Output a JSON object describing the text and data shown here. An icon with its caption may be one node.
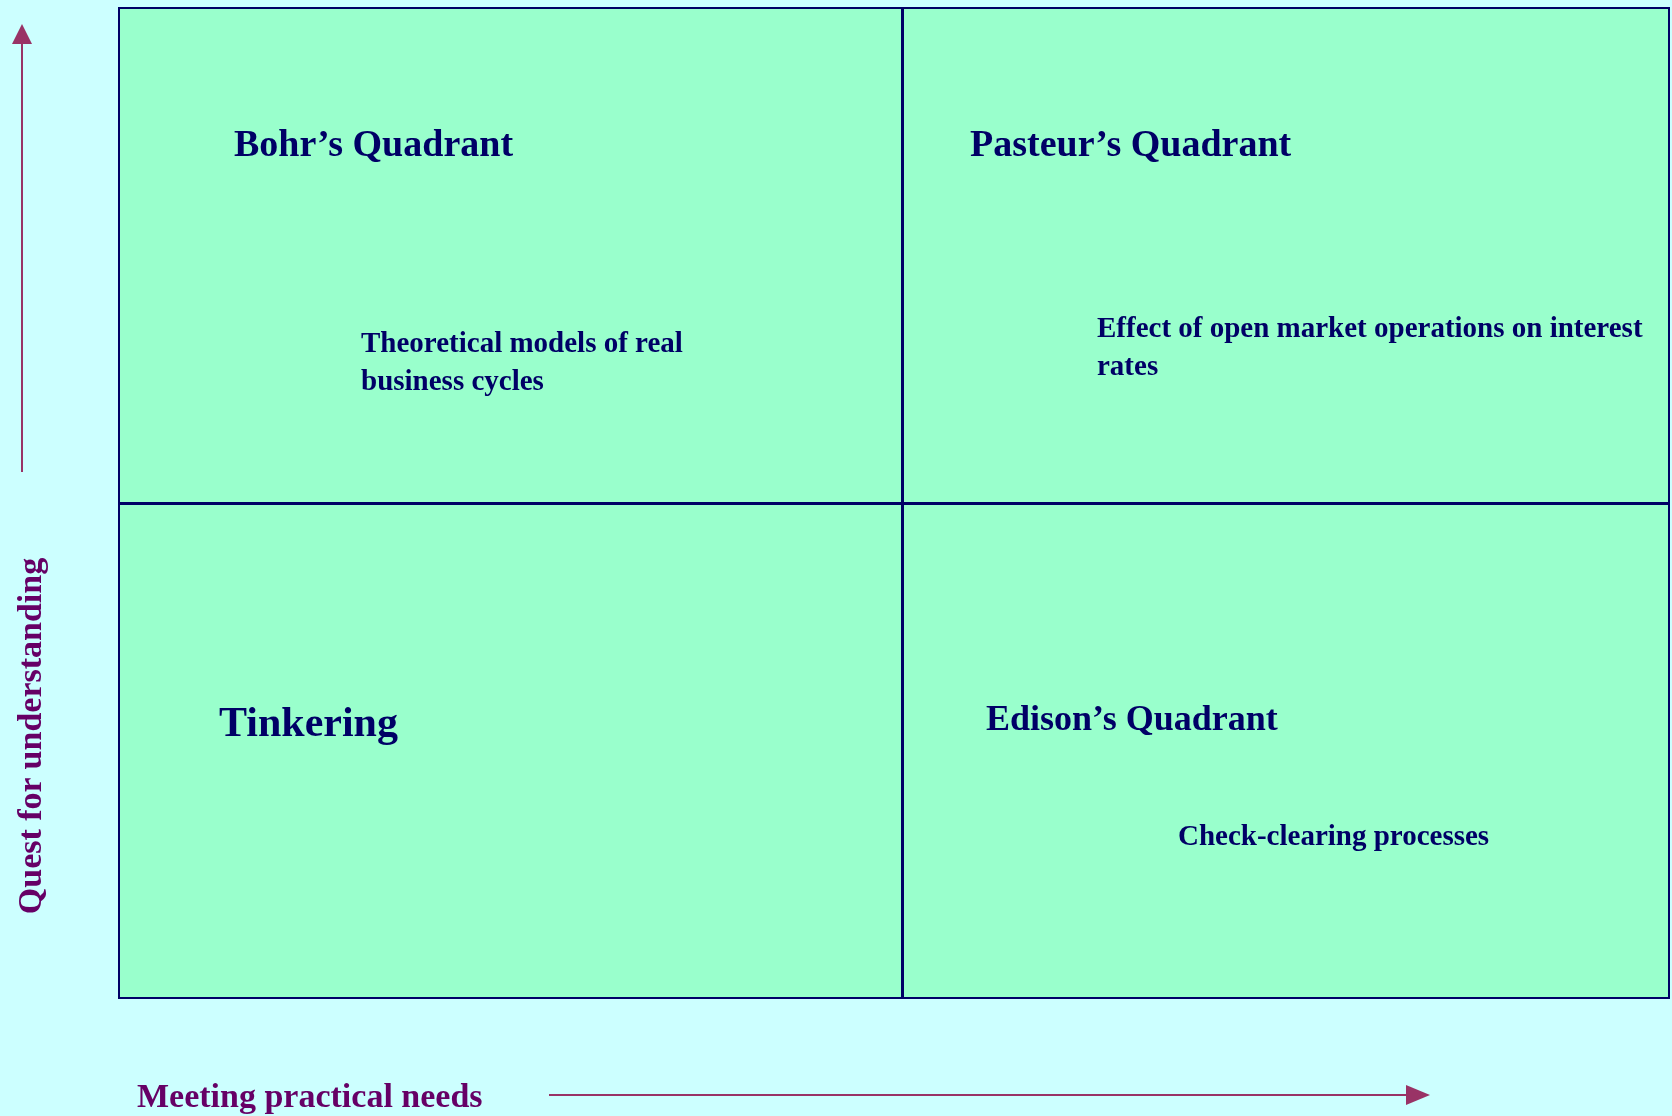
{
  "diagram": {
    "nodes": [
      {
        "text": [
          "Bohr’s Quadrant",
          "Theoretical models of real business cycles"
        ]
      },
      {
        "text": [
          "Pasteur’s Quadrant",
          "Effect of open market operations on interest rates"
        ]
      },
      {
        "text": [
          "Tinkering"
        ]
      },
      {
        "text": [
          "Edison’s Quadrant",
          "Check-clearing processes"
        ]
      }
    ],
    "labels": [
      "Quest for understanding",
      "Meeting practical needs"
    ]
  }
}
